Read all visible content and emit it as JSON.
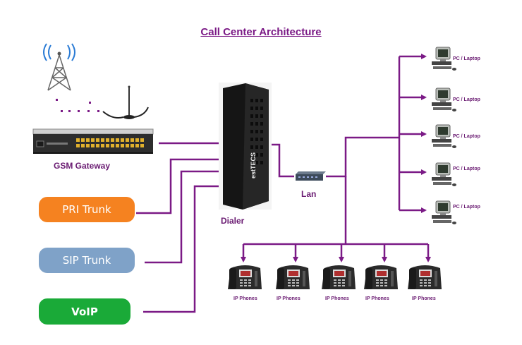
{
  "diagram": {
    "title": "Call Center Architecture",
    "gsm_gateway_label": "GSM Gateway",
    "dialer_label": "Dialer",
    "dialer_brand": "estTECS",
    "lan_label": "Lan",
    "pri_trunk_label": "PRI Trunk",
    "sip_trunk_label": "SIP Trunk",
    "voip_label": "VoIP",
    "pc_labels": [
      "PC / Laptop",
      "PC / Laptop",
      "PC / Laptop",
      "PC / Laptop",
      "PC / Laptop"
    ],
    "ip_phone_labels": [
      "IP Phones",
      "IP Phones",
      "IP Phones",
      "IP Phones",
      "IP Phones"
    ],
    "colors": {
      "line": "#7b1a86",
      "title": "#7b1a86",
      "pri": "#f58220",
      "sip": "#7fa2c8",
      "voip": "#1aaa38"
    }
  }
}
